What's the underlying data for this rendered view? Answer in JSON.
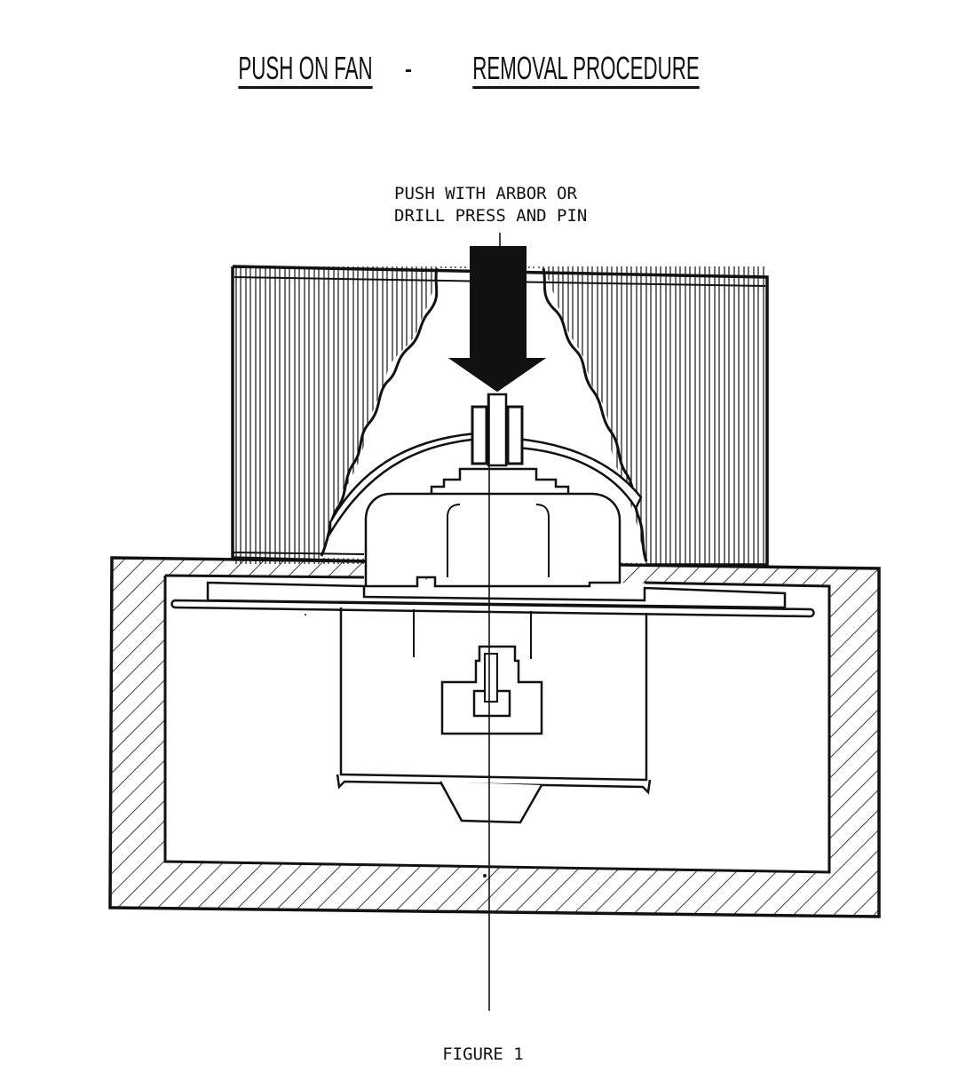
{
  "title": {
    "part1": "PUSH ON FAN",
    "separator": "-",
    "part2": "REMOVAL PROCEDURE"
  },
  "callout": {
    "line1": "PUSH WITH ARBOR OR",
    "line2": "DRILL PRESS AND PIN"
  },
  "caption": "FIGURE 1",
  "colors": {
    "ink": "#111111",
    "paper": "#ffffff"
  }
}
